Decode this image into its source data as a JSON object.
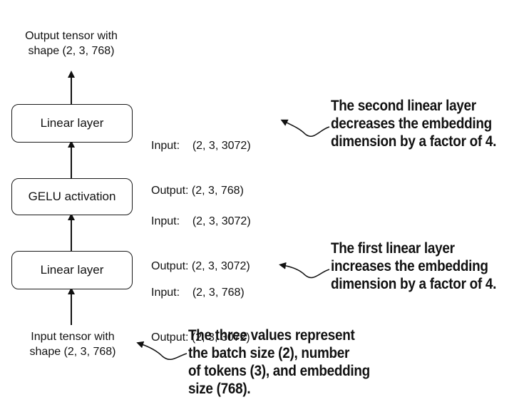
{
  "output_tensor": [
    "Output tensor with",
    "shape (2, 3, 768)"
  ],
  "input_tensor": [
    "Input tensor with",
    "shape (2, 3, 768)"
  ],
  "layers": [
    {
      "label": "Linear layer",
      "io_input": "Input:    (2, 3, 3072)",
      "io_output": "Output: (2, 3, 768)"
    },
    {
      "label": "GELU activation",
      "io_input": "Input:    (2, 3, 3072)",
      "io_output": "Output: (2, 3, 3072)"
    },
    {
      "label": "Linear layer",
      "io_input": "Input:    (2, 3, 768)",
      "io_output": "Output: (2, 3, 3072)"
    }
  ],
  "notes": {
    "second_linear": [
      "The second linear layer",
      "decreases the embedding",
      "dimension by a factor of 4."
    ],
    "first_linear": [
      "The first linear layer",
      "increases the embedding",
      "dimension by a factor of 4."
    ],
    "input_values": [
      "The three values represent",
      "the batch size (2), number",
      "of tokens (3), and embedding",
      "size (768)."
    ]
  }
}
